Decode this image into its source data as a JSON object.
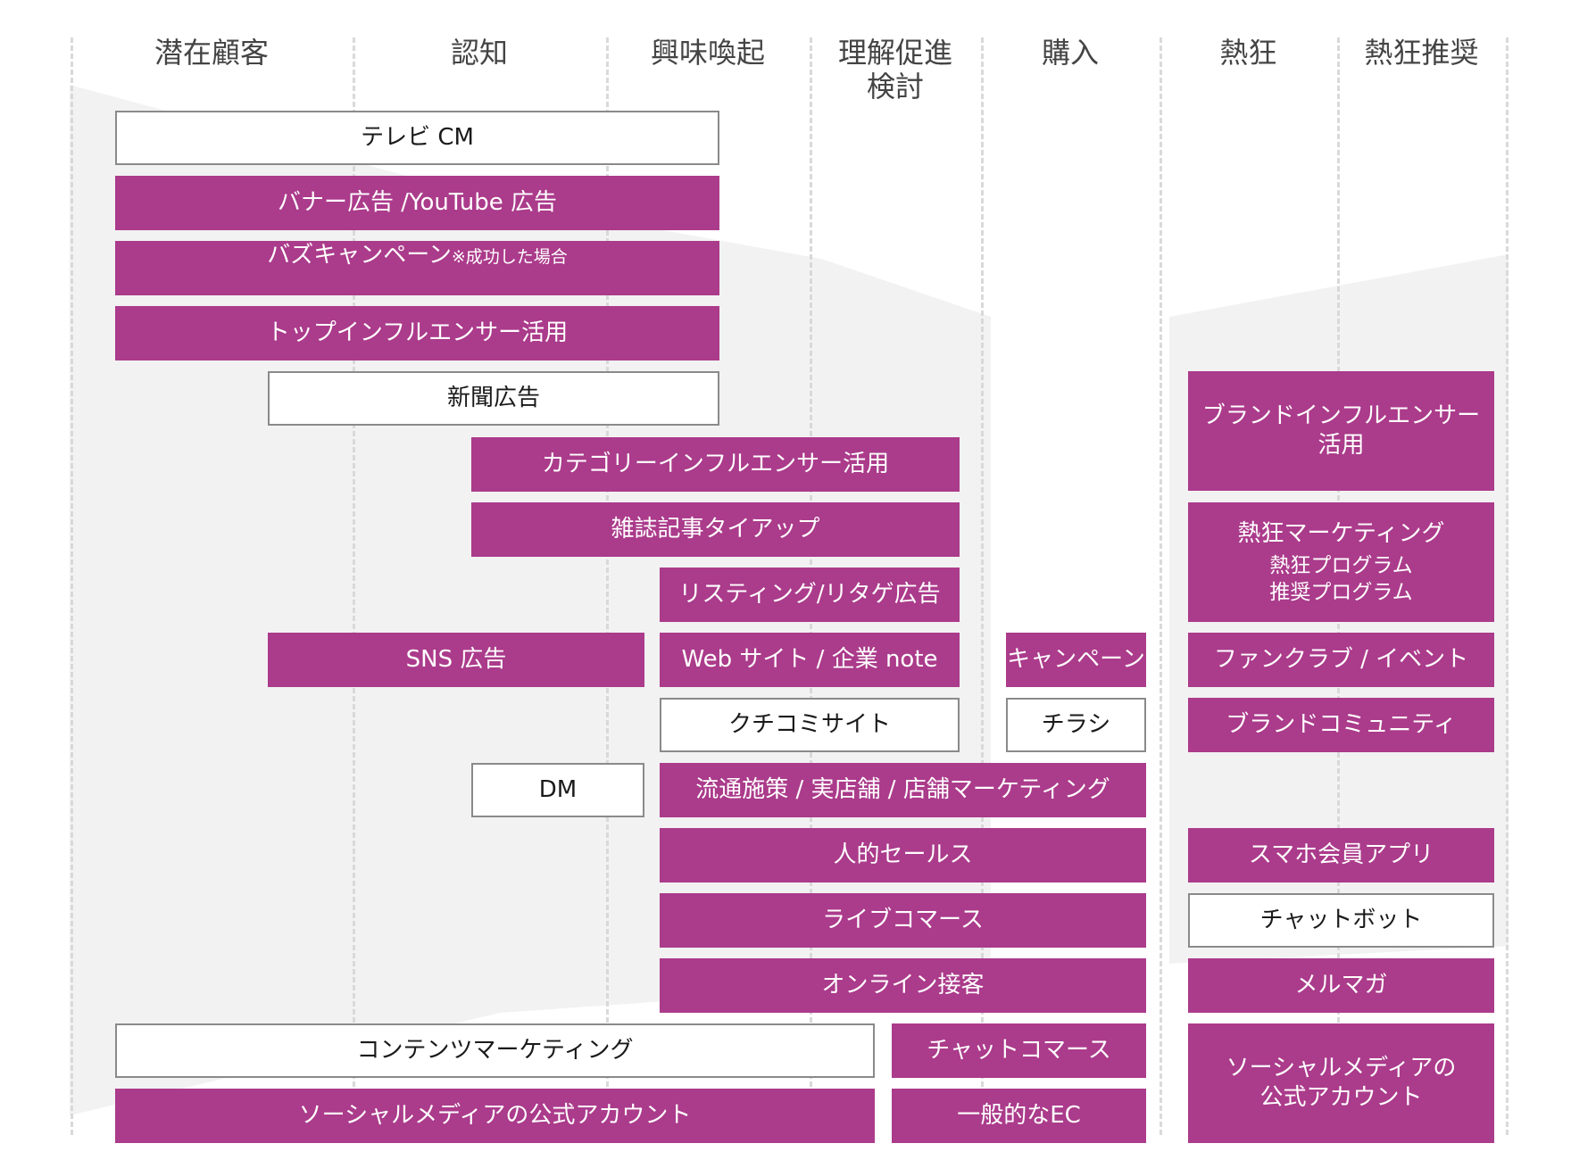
{
  "stages": [
    "潜在顧客",
    "認知",
    "興味喚起",
    "理解促進\n検討",
    "購入",
    "熱狂",
    "熱狂推奨"
  ],
  "tactics": {
    "tv_cm": "テレビ CM",
    "banner_youtube": "バナー広告 /YouTube 広告",
    "buzz_campaign": "バズキャンペーン",
    "buzz_campaign_note": "※成功した場合",
    "top_influencer": "トップインフルエンサー活用",
    "newspaper": "新聞広告",
    "category_influencer": "カテゴリーインフルエンサー活用",
    "magazine_tieup": "雑誌記事タイアップ",
    "listing_retarget": "リスティング/リタゲ広告",
    "sns_ads": "SNS 広告",
    "website_note": "Web サイト / 企業 note",
    "campaign": "キャンペーン",
    "review_site": "クチコミサイト",
    "flyer": "チラシ",
    "dm": "DM",
    "retail_marketing": "流通施策 / 実店舗 / 店舗マーケティング",
    "personal_sales": "人的セールス",
    "live_commerce": "ライブコマース",
    "online_service": "オンライン接客",
    "content_marketing": "コンテンツマーケティング",
    "chat_commerce": "チャットコマース",
    "social_official_account": "ソーシャルメディアの公式アカウント",
    "general_ec": "一般的なEC",
    "brand_influencer_1": "ブランドインフルエンサー",
    "brand_influencer_2": "活用",
    "fan_marketing": "熱狂マーケティング",
    "fan_program": "熱狂プログラム",
    "recommend_program": "推奨プログラム",
    "fanclub_event": "ファンクラブ / イベント",
    "brand_community": "ブランドコミュニティ",
    "smartphone_app": "スマホ会員アプリ",
    "chatbot": "チャットボット",
    "mail_magazine": "メルマガ",
    "social_official_account_right_1": "ソーシャルメディアの",
    "social_official_account_right_2": "公式アカウント"
  },
  "colors": {
    "filled": "#ab3b8b",
    "outline_border": "#8a8a8a",
    "funnel_bg": "#f2f2f2",
    "divider": "#d9d9d9"
  }
}
